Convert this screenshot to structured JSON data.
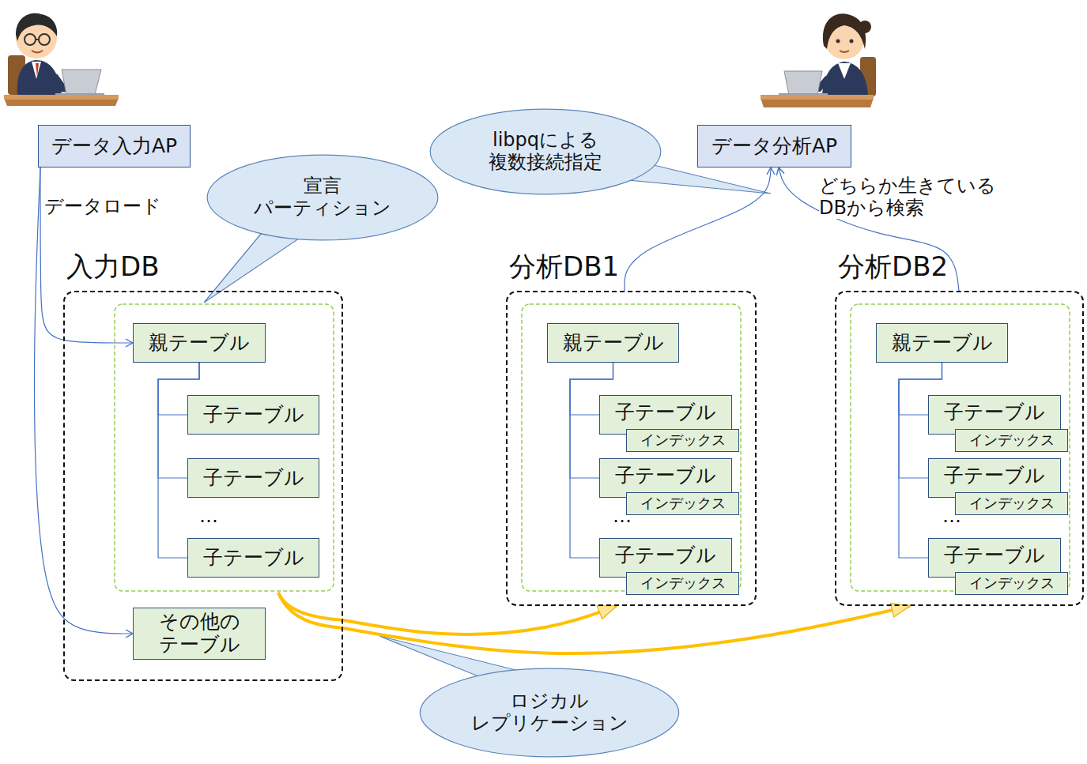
{
  "diagram": {
    "nodes": [
      {
        "text": [
          "データ入力AP"
        ]
      },
      {
        "text": [
          "データ分析AP"
        ]
      },
      {
        "text": [
          "libpqによる 複数接続指定"
        ]
      },
      {
        "text": [
          "宣言 パーティション"
        ]
      },
      {
        "text": [
          "入力DB"
        ]
      },
      {
        "text": [
          "親テーブル"
        ],
        "in": 4
      },
      {
        "text": [
          "子テーブル"
        ],
        "in": 4
      },
      {
        "text": [
          "子テーブル"
        ],
        "in": 4
      },
      {
        "text": [
          "子テーブル"
        ],
        "in": 4
      },
      {
        "text": [
          "その他の テーブル"
        ],
        "in": 4
      },
      {
        "text": [
          "分析DB1"
        ]
      },
      {
        "text": [
          "親テーブル"
        ],
        "in": 10
      },
      {
        "text": [
          "子テーブル"
        ],
        "in": 10
      },
      {
        "text": [
          "インデックス"
        ],
        "in": 12
      },
      {
        "text": [
          "子テーブル"
        ],
        "in": 10
      },
      {
        "text": [
          "インデックス"
        ],
        "in": 14
      },
      {
        "text": [
          "子テーブル"
        ],
        "in": 10
      },
      {
        "text": [
          "インデックス"
        ],
        "in": 16
      },
      {
        "text": [
          "分析DB2"
        ]
      },
      {
        "text": [
          "親テーブル"
        ],
        "in": 18
      },
      {
        "text": [
          "子テーブル"
        ],
        "in": 18
      },
      {
        "text": [
          "インデックス"
        ],
        "in": 20
      },
      {
        "text": [
          "子テーブル"
        ],
        "in": 18
      },
      {
        "text": [
          "インデックス"
        ],
        "in": 22
      },
      {
        "text": [
          "子テーブル"
        ],
        "in": 18
      },
      {
        "text": [
          "インデックス"
        ],
        "in": 24
      },
      {
        "text": [
          "ロジカル レプリケーション"
        ]
      }
    ],
    "edges": [
      {
        "from": 0,
        "to": 5,
        "arrow": "to",
        "label": "データロード"
      },
      {
        "from": 0,
        "to": 9,
        "arrow": "to"
      },
      {
        "from": 5,
        "to": 6,
        "arrow": "none"
      },
      {
        "from": 5,
        "to": 7,
        "arrow": "none"
      },
      {
        "from": 5,
        "to": 8,
        "arrow": "none"
      },
      {
        "from": 11,
        "to": 12,
        "arrow": "none"
      },
      {
        "from": 11,
        "to": 14,
        "arrow": "none"
      },
      {
        "from": 11,
        "to": 16,
        "arrow": "none"
      },
      {
        "from": 19,
        "to": 20,
        "arrow": "none"
      },
      {
        "from": 19,
        "to": 22,
        "arrow": "none"
      },
      {
        "from": 19,
        "to": 24,
        "arrow": "none"
      },
      {
        "from": 10,
        "to": 1,
        "arrow": "to"
      },
      {
        "from": 18,
        "to": 1,
        "arrow": "to",
        "label": "どちらか生きている DBから検索"
      },
      {
        "from": 4,
        "to": 10,
        "arrow": "to"
      },
      {
        "from": 4,
        "to": 18,
        "arrow": "to"
      }
    ],
    "labels": [
      "…",
      "…",
      "…"
    ]
  }
}
